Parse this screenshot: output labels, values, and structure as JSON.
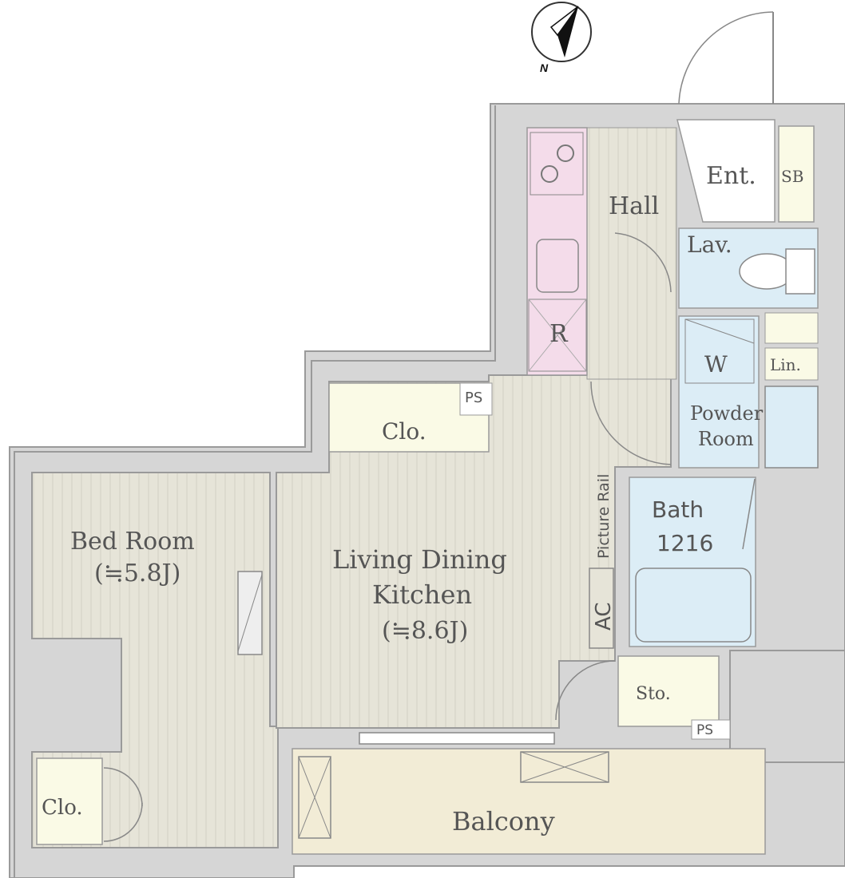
{
  "compass": {
    "letter": "N"
  },
  "rooms": {
    "entrance": "Ent.",
    "shoe_box": "SB",
    "hall": "Hall",
    "lavatory": "Lav.",
    "washer": "W",
    "linen": "Lin.",
    "powder_room_line1": "Powder",
    "powder_room_line2": "Room",
    "bath_line1": "Bath",
    "bath_line2": "1216",
    "refrigerator": "R",
    "pipe_space_top": "PS",
    "pipe_space_bottom": "PS",
    "closet_top": "Clo.",
    "closet_bedroom": "Clo.",
    "bedroom_line1": "Bed Room",
    "bedroom_line2": "(≒5.8J)",
    "ldk_line1": "Living Dining",
    "ldk_line2": "Kitchen",
    "ldk_line3": "(≒8.6J)",
    "picture_rail": "Picture Rail",
    "air_conditioner": "AC",
    "storage": "Sto.",
    "balcony": "Balcony"
  },
  "colors": {
    "wall": "#d6d6d6",
    "wall_edge": "#9a9a9a",
    "floor": "#e6e4d8",
    "floor_stripe": "#d2d0c2",
    "wet_area": "#dcedf6",
    "kitchen": "#f4dcea",
    "storage": "#fafae6",
    "balcony": "#f2ecd6",
    "text": "#555555"
  }
}
